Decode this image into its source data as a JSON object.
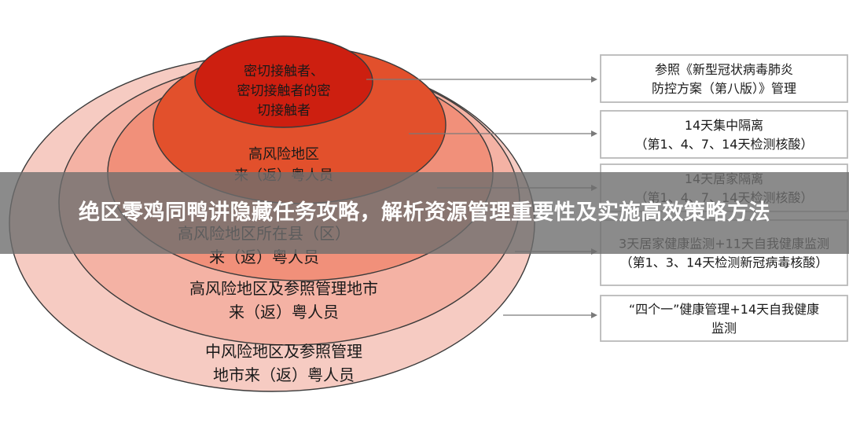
{
  "banner": {
    "title": "绝区零鸡同鸭讲隐藏任务攻略，解析资源管理重要性及实施高效策略方法"
  },
  "diagram": {
    "rings": [
      {
        "lines": [
          "中风险地区及参照管理",
          "地市来（返）粤人员"
        ],
        "color": "#f6cbc2"
      },
      {
        "lines": [
          "高风险地区及参照管理地市",
          "来（返）粤人员"
        ],
        "color": "#f4b2a4"
      },
      {
        "lines": [
          "高风险地区所在县（区）",
          "来（返）粤人员"
        ],
        "color": "#f1907a"
      },
      {
        "lines": [
          "高风险地区",
          "来（返）粤人员"
        ],
        "color": "#e2502c"
      },
      {
        "lines": [
          "密切接触者、",
          "密切接触者的密",
          "切接触者"
        ],
        "color": "#cd1f10"
      }
    ],
    "boxes": [
      {
        "lines": [
          "参照《新型冠状病毒肺炎",
          "防控方案（第八版）》管理"
        ]
      },
      {
        "lines": [
          "14天集中隔离",
          "（第1、4、7、14天检测核酸）"
        ]
      },
      {
        "lines": [
          "14天居家隔离",
          "（第1、4、7、14天检测核酸）"
        ]
      },
      {
        "lines": [
          "3天居家健康监测+11天自我健康监测",
          "（第1、3、14天检测新冠病毒核酸）"
        ]
      },
      {
        "lines": [
          "“四个一”健康管理+14天自我健康",
          "监测"
        ]
      }
    ]
  }
}
